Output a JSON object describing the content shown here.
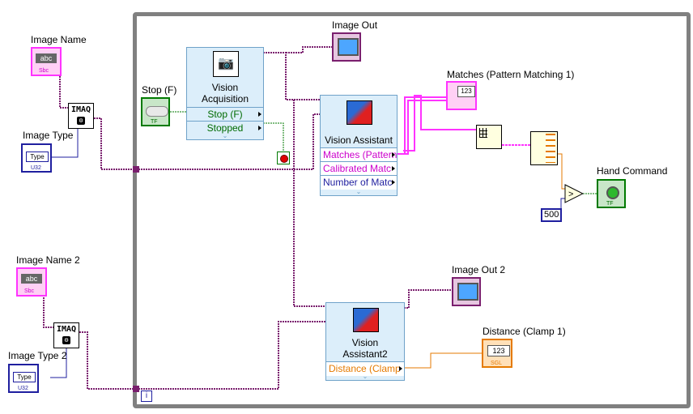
{
  "terminals": {
    "image_name": {
      "label": "Image Name",
      "text": "abc",
      "type": "Sbc"
    },
    "image_type": {
      "label": "Image Type",
      "text": "Type",
      "type": "U32"
    },
    "image_name_2": {
      "label": "Image Name 2",
      "text": "abc",
      "type": "Sbc"
    },
    "image_type_2": {
      "label": "Image Type 2",
      "text": "Type",
      "type": "U32"
    },
    "stop": {
      "label": "Stop (F)",
      "type": "TF"
    },
    "image_out": {
      "label": "Image Out"
    },
    "image_out_2": {
      "label": "Image Out 2"
    },
    "matches": {
      "label": "Matches (Pattern Matching 1)",
      "text": "123"
    },
    "distance": {
      "label": "Distance (Clamp 1)",
      "text": "123",
      "type": "SGL"
    },
    "hand_command": {
      "label": "Hand Command",
      "type": "TF"
    },
    "constant_500": {
      "value": "500"
    },
    "loop_iteration": {
      "text": "i"
    }
  },
  "imaq_nodes": {
    "label": "IMAQ"
  },
  "subvis": {
    "vision_acquisition": {
      "title_line1": "Vision",
      "title_line2": "Acquisition",
      "row1": "Stop (F)",
      "row2": "Stopped"
    },
    "vision_assistant": {
      "title": "Vision Assistant",
      "row1": "Matches (Pattern",
      "row2": "Calibrated Matc",
      "row3": "Number of Matc"
    },
    "vision_assistant_2": {
      "title_line1": "Vision",
      "title_line2": "Assistant2",
      "row1": "Distance (Clamp"
    }
  },
  "colors": {
    "image_wire": "#7a1f6e",
    "cluster_wire": "#ff33ff",
    "numeric_wire": "#e57a00",
    "bool_wire": "#007a00",
    "int_wire": "#1f1f9f",
    "loop_border": "#808080"
  }
}
